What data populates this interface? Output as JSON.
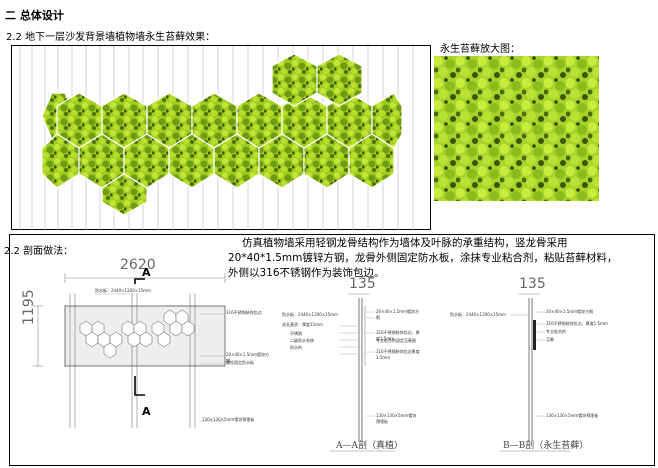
{
  "header": {
    "title": "二  总体设计"
  },
  "section1": {
    "label": "2.2  地下一层沙发背景墙植物墙永生苔藓效果：",
    "moss_label": "永生苔藓放大图："
  },
  "section2": {
    "label": "2.2  剖面做法：",
    "description_1": "仿真植物墙采用轻钢龙骨结构作为墙体及叶脉的承重结构，竖龙骨采用",
    "description_2": "20*40*1.5mm镀锌方钢，龙骨外侧固定防水板，涂抹专业粘合剂，粘贴苔藓材料，",
    "description_3": "外侧以316不锈钢作为装饰包边。"
  },
  "drawing1": {
    "width_dim": "2620",
    "height_dim": "1195",
    "section_mark_top": "A",
    "section_mark_bottom": "A",
    "note_board": "防水板：2440×1200×15mm",
    "note_steel_edge": "316不锈钢装饰包边",
    "note_tube": "20×40×1.5mm镀锌方钢",
    "note_fix": "螺栓固定防水板",
    "note_base": "130×130×5mm镀锌预埋板"
  },
  "drawing2": {
    "width_dim": "135",
    "caption": "A—A剖（真植）",
    "notes": [
      "20×40×1.5mm镀锌方钢",
      "防水板：2440×1200×15mm",
      "成长基质：厚度15mm",
      "316不锈钢装饰包边，厚度1.5mm",
      "不锈钢",
      "专业粘合剂固定苔藓植",
      "二级防水系统",
      "防水剂",
      "316不锈钢装饰包边厚度1.5mm",
      "130×130×5mm镀锌预埋板"
    ]
  },
  "drawing3": {
    "width_dim": "135",
    "caption": "B—B剖（永生苔藓）",
    "notes": [
      "20×40×1.5mm镀锌方钢",
      "防水板：2440×1200×15mm",
      "316不锈钢装饰包边，厚度1.5mm",
      "专业粘合剂",
      "苔藓",
      "130×130×5mm镀锌预埋板"
    ]
  },
  "colors": {
    "moss_light": "#b5dd2a",
    "moss_dark": "#6a8f12",
    "moss_shadow": "#3d5a0a"
  }
}
